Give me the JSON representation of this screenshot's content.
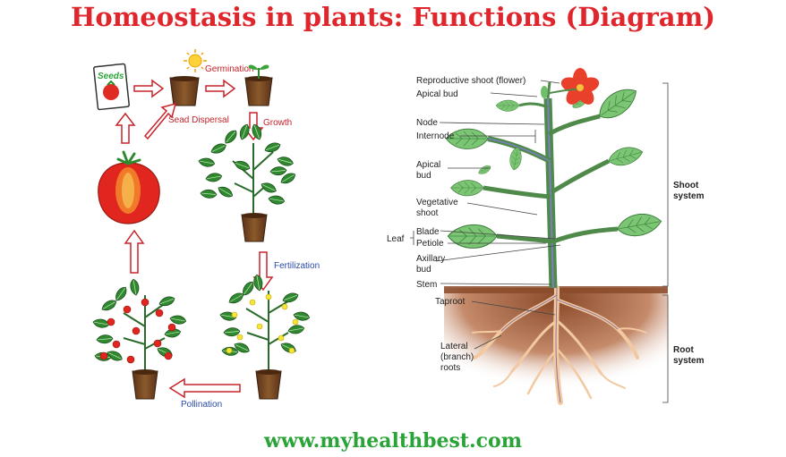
{
  "title": "Homeostasis in plants: Functions (Diagram)",
  "footer": "www.myhealthbest.com",
  "colors": {
    "title": "#e0262d",
    "footer": "#2aa438",
    "arrow": "#c8232a",
    "stem": "#7a7fc4",
    "leaf": "#6fbf6a",
    "soil": "#8a4a2a",
    "root": "#f2c9a0",
    "flower": "#e8402a"
  },
  "cycle": {
    "seeds_packet": "Seeds",
    "germination": "Germination",
    "seed_dispersal": "Sead Dispersal",
    "growth": "Growth",
    "fertilization": "Fertilization",
    "pollination": "Pollination"
  },
  "anatomy": {
    "labels": {
      "reproductive_shoot": "Reproductive shoot (flower)",
      "apical_bud_top": "Apical bud",
      "node": "Node",
      "internode": "Internode",
      "apical_bud_1": "Apical",
      "apical_bud_2": "bud",
      "vegetative_1": "Vegetative",
      "vegetative_2": "shoot",
      "leaf": "Leaf",
      "blade": "Blade",
      "petiole": "Petiole",
      "axillary_1": "Axillary",
      "axillary_2": "bud",
      "stem": "Stem",
      "taproot": "Taproot",
      "lateral_1": "Lateral",
      "lateral_2": "(branch)",
      "lateral_3": "roots"
    },
    "shoot_system_1": "Shoot",
    "shoot_system_2": "system",
    "root_system_1": "Root",
    "root_system_2": "system"
  }
}
